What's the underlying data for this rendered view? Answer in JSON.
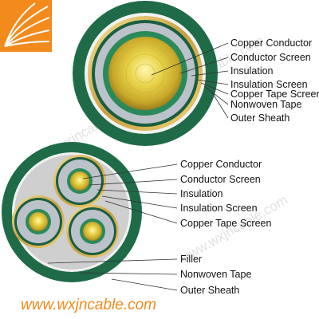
{
  "branding": {
    "website": "www.wxjncable.com",
    "watermark": "www.wxjncable.com",
    "logo_icon": "sunburst-logo-icon"
  },
  "colors": {
    "accent_orange": "#f28a1c",
    "sheath_green": "#1f6b48",
    "copper_gold": "#d9c23a",
    "insulation_grey": "#b8bcc4",
    "filler_grey": "#cfcfcf",
    "tape_white": "#f2f2f2"
  },
  "single_core_labels": [
    "Copper Conductor",
    "Conductor Screen",
    "Insulation",
    "Insulation Screen",
    "Copper Tape Screen",
    "Nonwoven Tape",
    "Outer Sheath"
  ],
  "three_core_labels": [
    "Copper Conductor",
    "Conductor Screen",
    "Insulation",
    "Insulation Screen",
    "Copper Tape Screen",
    "Filler",
    "Nonwoven Tape",
    "Outer Sheath"
  ]
}
